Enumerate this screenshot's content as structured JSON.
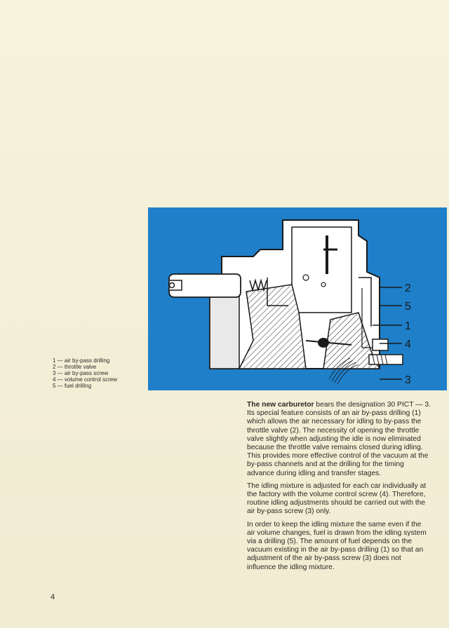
{
  "figure": {
    "callouts": [
      "2",
      "5",
      "1",
      "4",
      "3"
    ],
    "colors": {
      "background": "#1f7fc9",
      "body": "#ffffff",
      "ink": "#1a1a1a"
    }
  },
  "legend": {
    "items": [
      "1 — air by-pass drilling",
      "2 — throttle valve",
      "3 — air by-pass screw",
      "4 — volume control screw",
      "5 — fuel drilling"
    ]
  },
  "article": {
    "lead": "The new carburetor",
    "para1_rest": " bears the designation 30 PICT — 3. Its special feature consists of an air by-pass drilling (1) which allows the air necessary for idling to by-pass the throttle valve (2). The necessity of opening the throttle valve slightly when adjusting the idle is now eliminated because the throttle valve remains closed during idling. This provides more effective control of the vacuum at the by-pass channels and at the drilling for the timing advance during idling and transfer stages.",
    "para2": "The idling mixture is adjusted for each car individually at the factory with the volume control screw (4). Therefore, routine idling adjustments should be carried out with the air by-pass screw (3) only.",
    "para3": "In order to keep the idling mixture the same even if the air volume changes, fuel is drawn from the idling system via a drilling (5). The amount of fuel depends on the vacuum existing in the air by-pass drilling (1) so that an adjustment of the air by-pass screw (3) does not influence the idling mixture."
  },
  "page_number": "4"
}
